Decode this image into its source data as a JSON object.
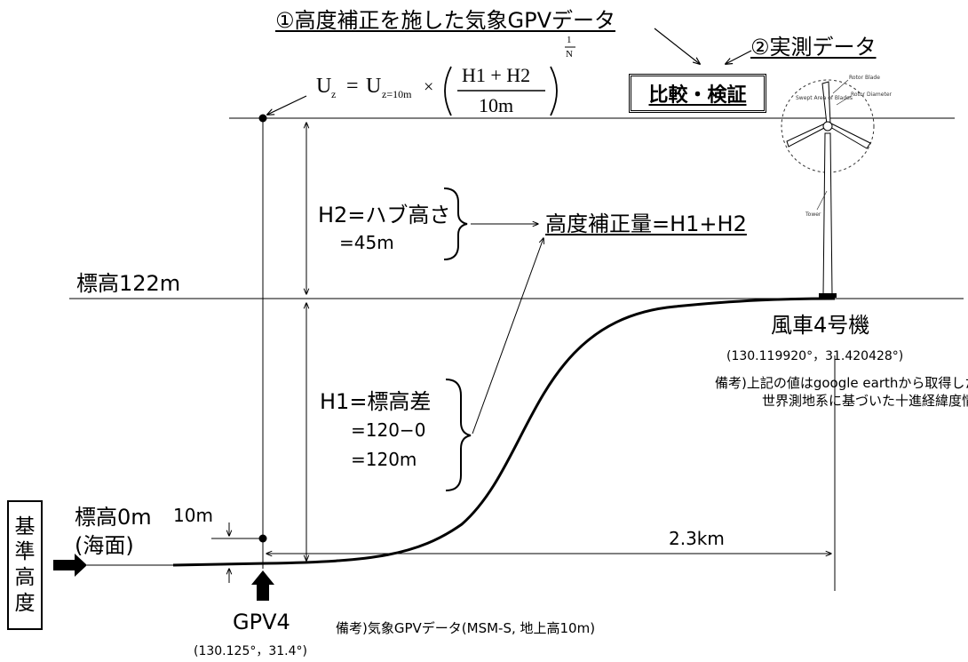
{
  "header": {
    "gpv_data_label": "①高度補正を施した気象GPVデータ",
    "measured_data_label": "②実測データ",
    "compare_label": "比較・検証"
  },
  "formula": {
    "lhs": "U",
    "lhs_sub": "z",
    "eq": "=",
    "rhs_base": "U",
    "rhs_sub": "z=10m",
    "times": "×",
    "numerator": "H1 + H2",
    "denominator": "10m",
    "exp_num": "1",
    "exp_den": "N"
  },
  "labels": {
    "elev_122": "標高122m",
    "h2_line1": "H2=ハブ高さ",
    "h2_line2": "=45m",
    "correction": "高度補正量=H1+H2",
    "h1_line1": "H1=標高差",
    "h1_line2": "=120−0",
    "h1_line3": "=120m",
    "elev_0_line1": "標高0m",
    "elev_0_line2": "(海面)",
    "ten_m": "10m",
    "distance": "2.3km",
    "datum": [
      "基",
      "準",
      "高",
      "度"
    ]
  },
  "turbine": {
    "name": "風車4号機",
    "coords": "(130.119920°，31.420428°)",
    "note_line1": "備考)上記の値はgoogle earthから取得した",
    "note_line2": "世界測地系に基づいた十進経緯度情報",
    "part_rotor_blade": "Rotor Blade",
    "part_rotor_diameter": "Rotor Diameter",
    "part_swept_area": "Swept Area of Blades",
    "part_tower": "Tower"
  },
  "gpv": {
    "name": "GPV4",
    "coords": "(130.125°，31.4°)",
    "note": "備考)気象GPVデータ(MSM-S, 地上高10m)"
  }
}
